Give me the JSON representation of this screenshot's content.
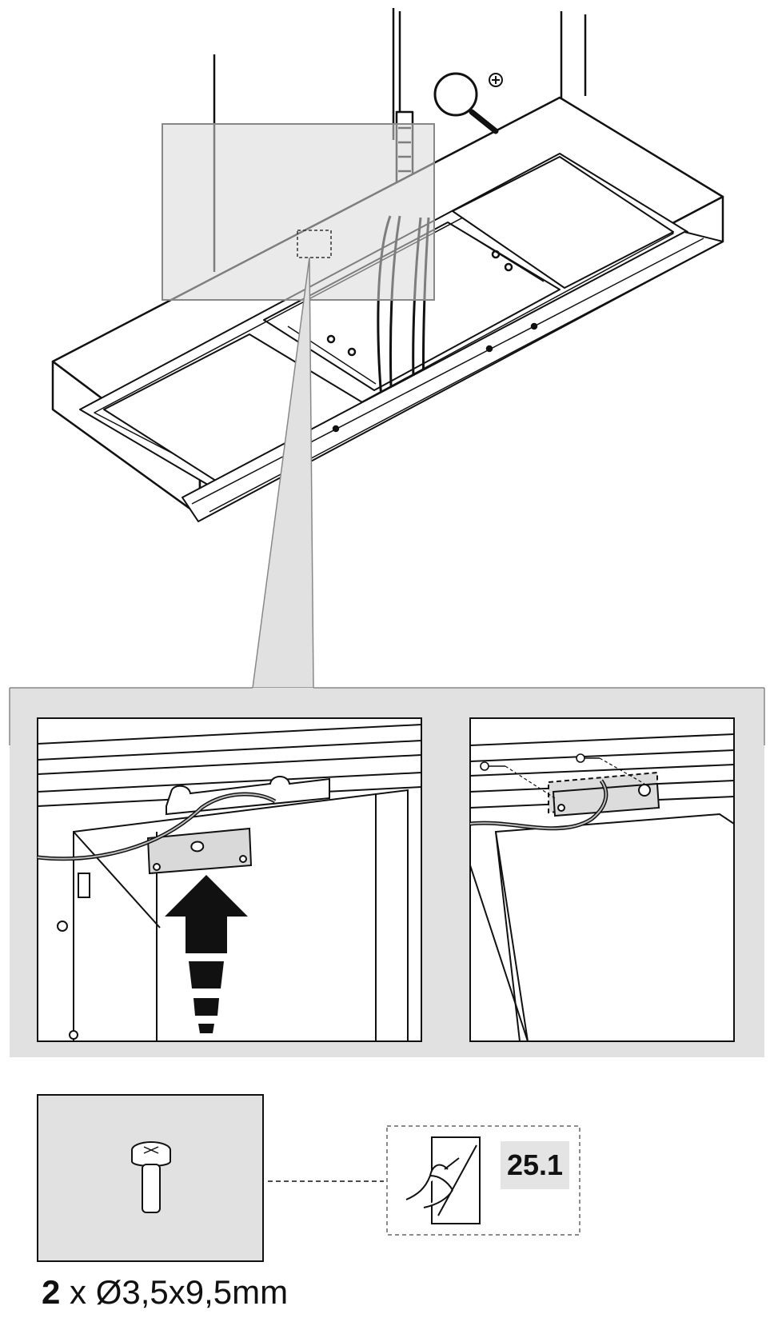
{
  "title": "",
  "figure": {
    "icons": [
      "magnifier-icon",
      "arrow-up-icon",
      "screw-icon",
      "manual-page-icon"
    ]
  },
  "screw_callout": {
    "quantity": "2",
    "spec": "x Ø3,5x9,5mm"
  },
  "page_reference": {
    "label": "25.1"
  },
  "colors": {
    "line": "#111111",
    "panel_gray": "#e1e1e1",
    "highlight_gray": "#dcdcdc"
  }
}
